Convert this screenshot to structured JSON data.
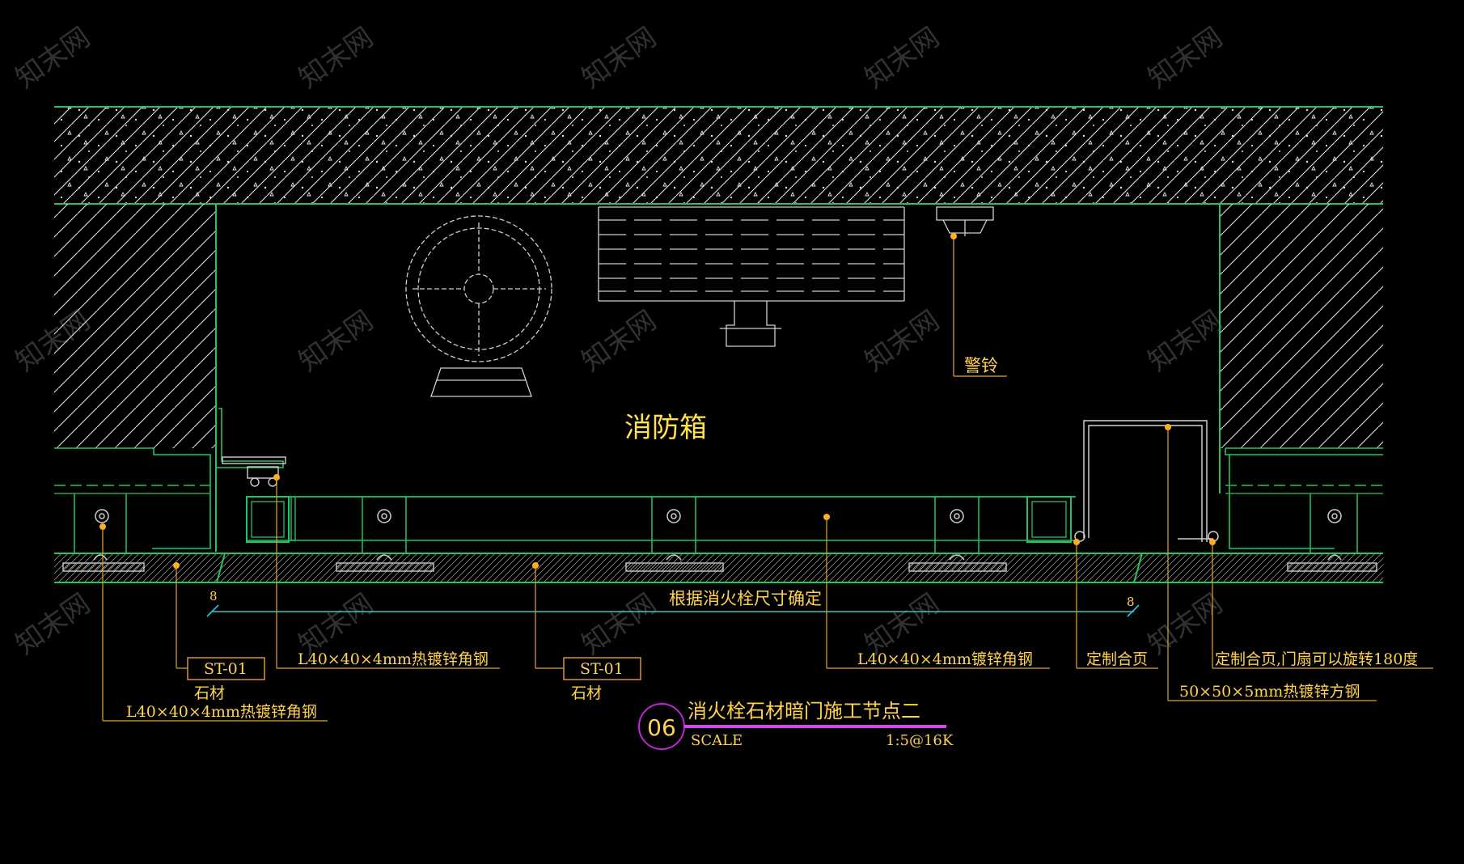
{
  "drawing": {
    "room_label": "消防箱",
    "alarm_bell": "警铃",
    "dimension": "根据消火栓尺寸确定",
    "dim_tick_left": "8",
    "dim_tick_right": "8",
    "callouts": {
      "angle_steel_left_bottom": "L40×40×4mm热镀锌角钢",
      "st01_left_code": "ST-01",
      "st01_left_material": "石材",
      "angle_steel_left_top": "L40×40×4mm热镀锌角钢",
      "st01_center_code": "ST-01",
      "st01_center_material": "石材",
      "angle_steel_center": "L40×40×4mm镀锌角钢",
      "hinge_custom": "定制合页",
      "square_steel": "50×50×5mm热镀锌方钢",
      "hinge_rotate": "定制合页,门扇可以旋转180度"
    },
    "title_block": {
      "number": "06",
      "title": "消火栓石材暗门施工节点二",
      "scale_label": "SCALE",
      "scale_value": "1:5@16K"
    },
    "watermark": "知末网"
  },
  "colors": {
    "background": "#000000",
    "structure_line": "#22c55e",
    "hatch": "#e5e5e5",
    "leader": "#e0a43a",
    "label_text": "#ffd34a",
    "dimension_line": "#33c3d6",
    "title_circle": "#c026d3",
    "title_underline": "#d946ef",
    "equipment_line": "#cfcfcf"
  }
}
